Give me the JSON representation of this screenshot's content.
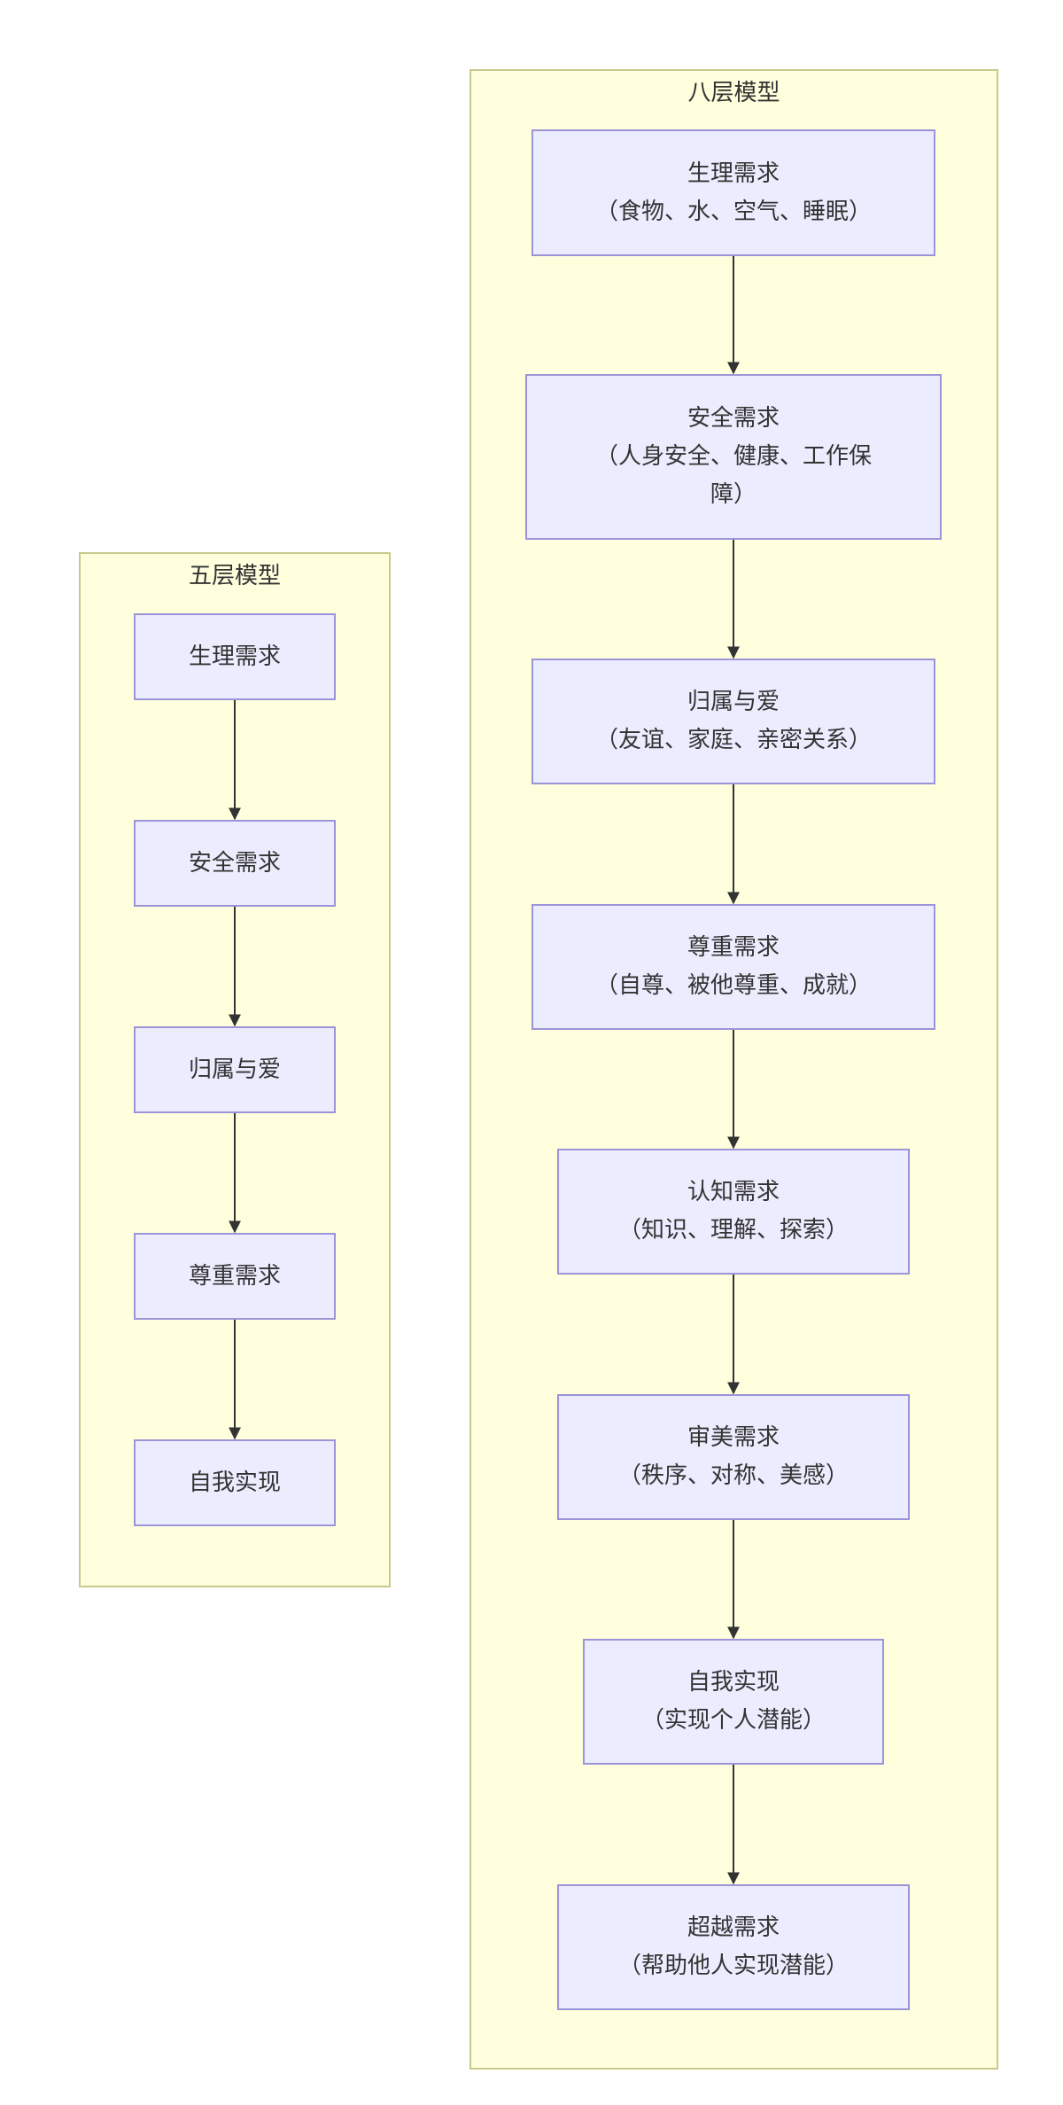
{
  "diagram": {
    "five_layer": {
      "title": "五层模型",
      "nodes": [
        {
          "label": "生理需求"
        },
        {
          "label": "安全需求"
        },
        {
          "label": "归属与爱"
        },
        {
          "label": "尊重需求"
        },
        {
          "label": "自我实现"
        }
      ]
    },
    "eight_layer": {
      "title": "八层模型",
      "nodes": [
        {
          "line1": "生理需求",
          "line2": "（食物、水、空气、睡眠）"
        },
        {
          "line1": "安全需求",
          "line2": "（人身安全、健康、工作保",
          "line3": "障）"
        },
        {
          "line1": "归属与爱",
          "line2": "（友谊、家庭、亲密关系）"
        },
        {
          "line1": "尊重需求",
          "line2": "（自尊、被他尊重、成就）"
        },
        {
          "line1": "认知需求",
          "line2": "（知识、理解、探索）"
        },
        {
          "line1": "审美需求",
          "line2": "（秩序、对称、美感）"
        },
        {
          "line1": "自我实现",
          "line2": "（实现个人潜能）"
        },
        {
          "line1": "超越需求",
          "line2": "（帮助他人实现潜能）"
        }
      ]
    },
    "colors": {
      "cluster_fill": "#ffffde",
      "cluster_border": "#c9c98a",
      "node_fill": "#ececff",
      "node_border": "#9c94d8",
      "edge": "#333333"
    }
  }
}
